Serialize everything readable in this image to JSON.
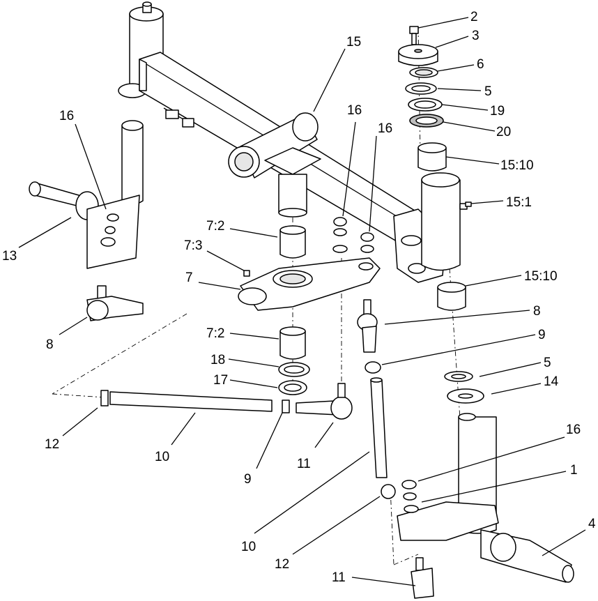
{
  "diagram": {
    "callouts": {
      "c2": "2",
      "c3": "3",
      "c6": "6",
      "c5a": "5",
      "c19": "19",
      "c20": "20",
      "c15": "15",
      "c16a": "16",
      "c16b": "16",
      "c16c": "16",
      "c16d": "16",
      "c15_10a": "15:10",
      "c15_1": "15:1",
      "c15_10b": "15:10",
      "c7_2a": "7:2",
      "c7_3": "7:3",
      "c7": "7",
      "c8a": "8",
      "c8b": "8",
      "c9a": "9",
      "c9b": "9",
      "c7_2b": "7:2",
      "c18": "18",
      "c17": "17",
      "c5b": "5",
      "c14": "14",
      "c13": "13",
      "c12a": "12",
      "c12b": "12",
      "c10a": "10",
      "c10b": "10",
      "c11a": "11",
      "c11b": "11",
      "c1": "1",
      "c4": "4"
    }
  }
}
